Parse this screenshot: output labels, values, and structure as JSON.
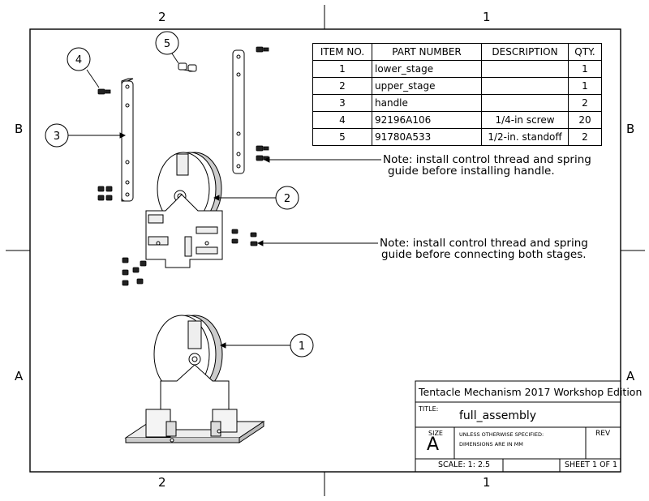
{
  "zones": {
    "top": [
      "2",
      "1"
    ],
    "bottom": [
      "2",
      "1"
    ],
    "left": [
      "B",
      "A"
    ],
    "right": [
      "B",
      "A"
    ]
  },
  "bom": {
    "headers": [
      "ITEM NO.",
      "PART NUMBER",
      "DESCRIPTION",
      "QTY."
    ],
    "rows": [
      [
        "1",
        "lower_stage",
        "",
        "1"
      ],
      [
        "2",
        "upper_stage",
        "",
        "1"
      ],
      [
        "3",
        "handle",
        "",
        "2"
      ],
      [
        "4",
        "92196A106",
        "1/4-in screw",
        "20"
      ],
      [
        "5",
        "91780A533",
        "1/2-in. standoff",
        "2"
      ]
    ]
  },
  "balloons": [
    "4",
    "5",
    "3",
    "2",
    "1"
  ],
  "notes": {
    "note1": [
      "Note: install control thread and spring",
      "guide before installing handle."
    ],
    "note2": [
      "Note: install control thread and spring",
      "guide before connecting both stages."
    ]
  },
  "title_block": {
    "company": "Tentacle Mechanism 2017 Workshop Edition",
    "title_label": "TITLE:",
    "title": "full_assembly",
    "size_label": "SIZE",
    "size": "A",
    "spec_line1": "UNLESS OTHERWISE SPECIFIED:",
    "spec_line2": "DIMENSIONS ARE IN MM",
    "rev_label": "REV",
    "scale": "SCALE: 1: 2.5",
    "sheet": "SHEET 1 OF 1"
  }
}
